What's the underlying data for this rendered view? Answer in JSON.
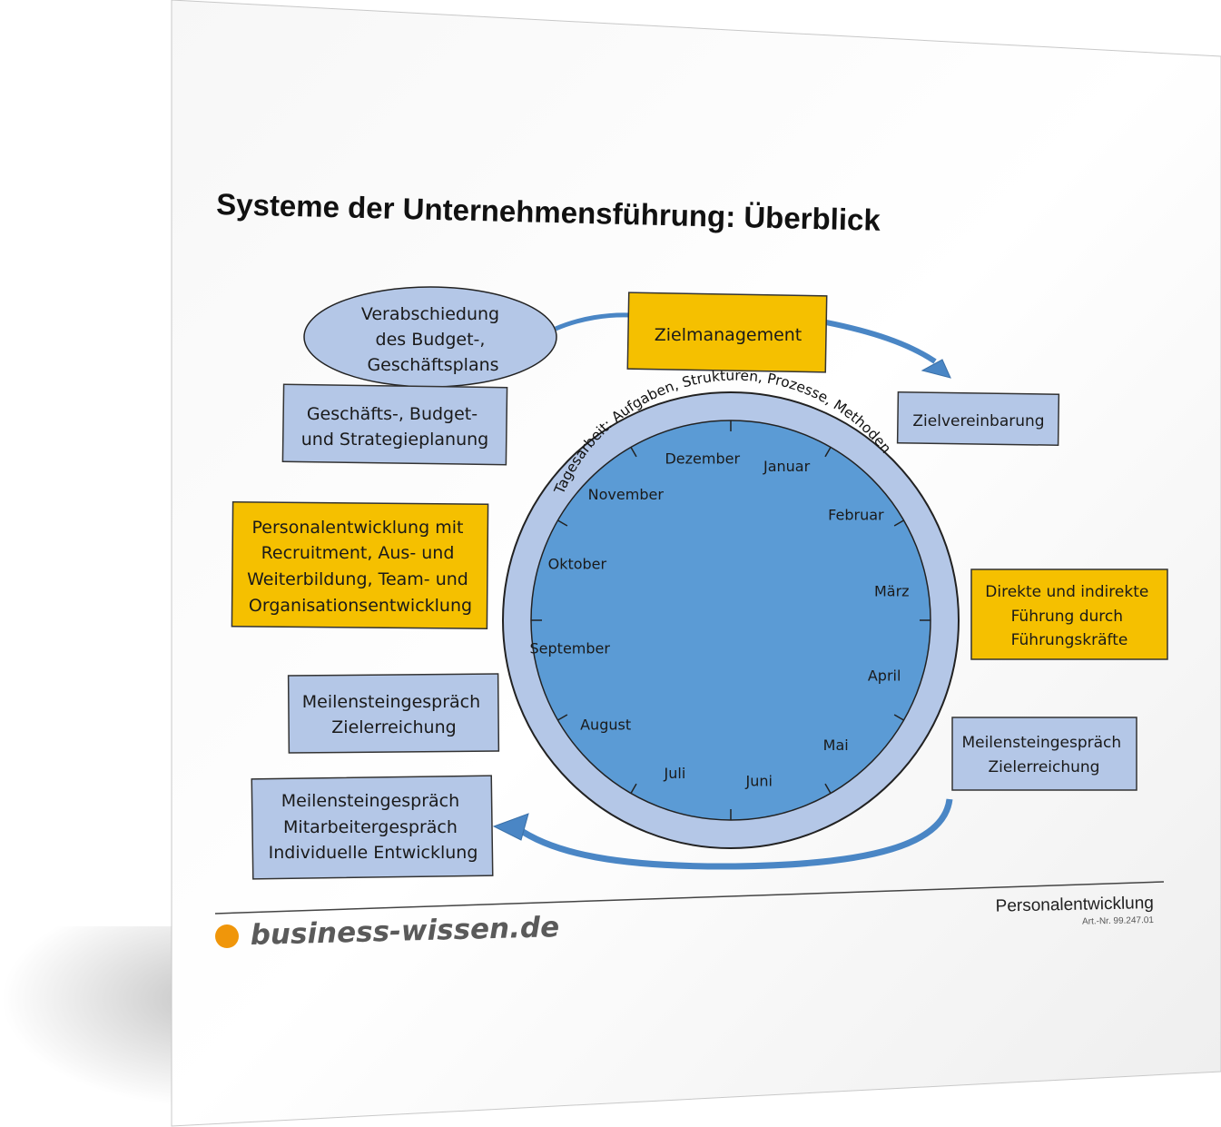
{
  "title": "Systeme der Unternehmensführung: Überblick",
  "ring_text": "Tagesarbeit: Aufgaben, Strukturen, Prozesse, Methoden",
  "months": [
    "Januar",
    "Februar",
    "März",
    "April",
    "Mai",
    "Juni",
    "Juli",
    "August",
    "September",
    "Oktober",
    "November",
    "Dezember"
  ],
  "boxes": {
    "verabschiedung": [
      "Verabschiedung",
      "des Budget-,",
      "Geschäftsplans"
    ],
    "zielmanagement": [
      "Zielmanagement"
    ],
    "geschaeftsplanung": [
      "Geschäfts-, Budget-",
      "und Strategieplanung"
    ],
    "zielvereinbarung": [
      "Zielvereinbarung"
    ],
    "personalentwicklung": [
      "Personalentwicklung mit",
      "Recruitment, Aus- und",
      "Weiterbildung, Team- und",
      "Organisationsentwicklung"
    ],
    "fuehrung": [
      "Direkte und indirekte",
      "Führung durch",
      "Führungskräfte"
    ],
    "meilenstein_links": [
      "Meilensteingespräch",
      "Zielerreichung"
    ],
    "meilenstein_rechts": [
      "Meilensteingespräch",
      "Zielerreichung"
    ],
    "meilenstein_mitarbeiter": [
      "Meilensteingespräch",
      "Mitarbeitergespräch",
      "Individuelle Entwicklung"
    ]
  },
  "footer": {
    "brand": "business-wissen.de",
    "category": "Personalentwicklung",
    "article_no": "Art.-Nr. 99.247.01"
  },
  "colors": {
    "light_blue_box": "#b4c7e7",
    "yellow_box": "#f5c000",
    "dial_blue": "#5b9bd5",
    "arrow_blue": "#4a86c5"
  }
}
